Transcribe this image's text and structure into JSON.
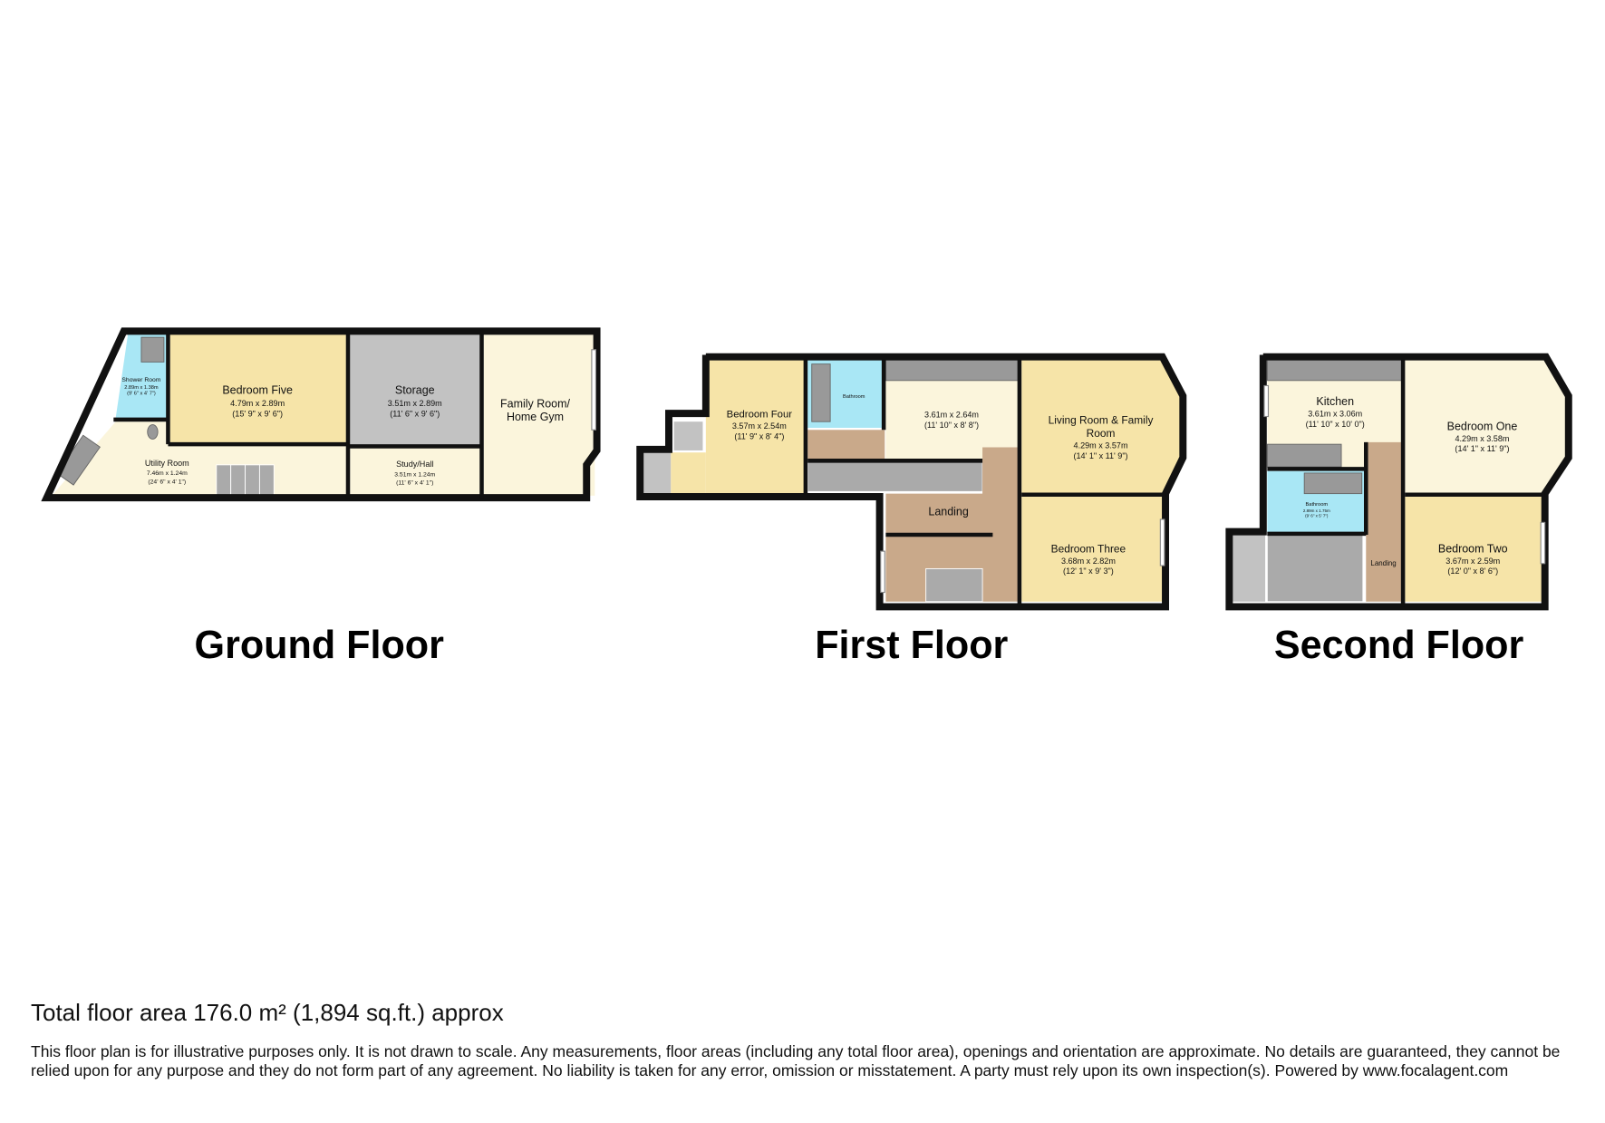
{
  "colors": {
    "bedroom": "#f6e4a8",
    "cream": "#fbf5dc",
    "storage": "#c2c2c2",
    "bathroom": "#a9e7f5",
    "landing": "#c9a98a",
    "walls": "#111111"
  },
  "floors": [
    {
      "title": "Ground Floor",
      "rooms": [
        {
          "name": "Shower Room",
          "dims_m": "2.89m x 1.38m",
          "dims_ft": "(9' 6\" x 4' 7\")"
        },
        {
          "name": "Bedroom Five",
          "dims_m": "4.79m x 2.89m",
          "dims_ft": "(15' 9\" x 9' 6\")"
        },
        {
          "name": "Storage",
          "dims_m": "3.51m x 2.89m",
          "dims_ft": "(11' 6\" x 9' 6\")"
        },
        {
          "name_line1": "Family Room/",
          "name_line2": "Home Gym"
        },
        {
          "name": "Utility Room",
          "dims_m": "7.46m x 1.24m",
          "dims_ft": "(24' 6\" x 4' 1\")"
        },
        {
          "name": "Study/Hall",
          "dims_m": "3.51m x 1.24m",
          "dims_ft": "(11' 6\" x 4' 1\")"
        }
      ]
    },
    {
      "title": "First Floor",
      "rooms": [
        {
          "name": "Bedroom Four",
          "dims_m": "3.57m x 2.54m",
          "dims_ft": "(11' 9\" x 8' 4\")"
        },
        {
          "name": "Bathroom"
        },
        {
          "dims_m": "3.61m x 2.64m",
          "dims_ft": "(11' 10\" x 8' 8\")"
        },
        {
          "name_line1": "Living Room & Family",
          "name_line2": "Room",
          "dims_m": "4.29m x 3.57m",
          "dims_ft": "(14' 1\" x 11' 9\")"
        },
        {
          "name": "Landing"
        },
        {
          "name": "Bedroom Three",
          "dims_m": "3.68m x 2.82m",
          "dims_ft": "(12' 1\" x 9' 3\")"
        }
      ]
    },
    {
      "title": "Second Floor",
      "rooms": [
        {
          "name": "Kitchen",
          "dims_m": "3.61m x 3.06m",
          "dims_ft": "(11' 10\" x 10' 0\")"
        },
        {
          "name": "Bedroom One",
          "dims_m": "4.29m x 3.58m",
          "dims_ft": "(14' 1\" x 11' 9\")"
        },
        {
          "name": "Bathroom",
          "dims_m": "2.89m x 1.75m",
          "dims_ft": "(9' 6\" x 5' 7\")"
        },
        {
          "name": "Landing"
        },
        {
          "name": "Bedroom Two",
          "dims_m": "3.67m x 2.59m",
          "dims_ft": "(12' 0\" x 8' 6\")"
        }
      ]
    }
  ],
  "footer": {
    "total_area": "Total floor area 176.0 m² (1,894 sq.ft.) approx",
    "disclaimer": "This floor plan is for illustrative purposes only. It is not drawn to scale. Any measurements, floor areas (including any total floor area), openings and orientation are approximate. No details are guaranteed, they cannot be relied upon for any purpose and they do not form part of any agreement. No liability is taken for any error, omission or misstatement. A party must rely upon its own inspection(s). Powered by www.focalagent.com"
  }
}
